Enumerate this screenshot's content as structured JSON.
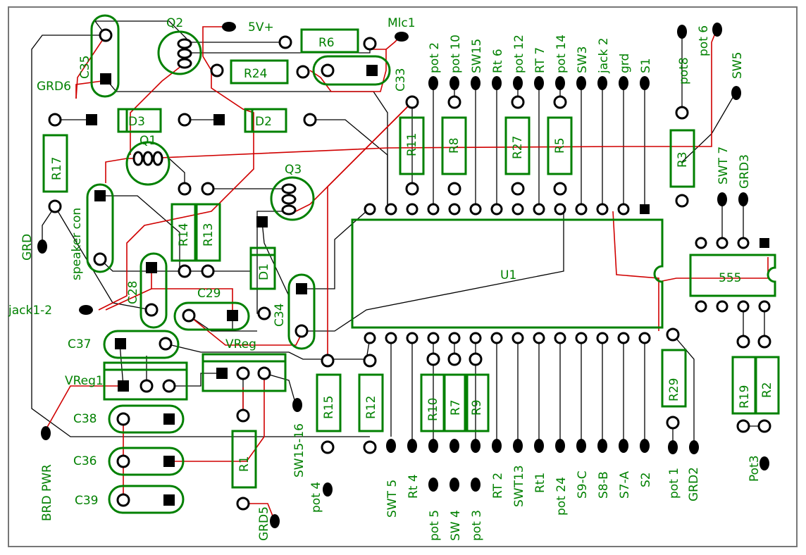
{
  "board": {
    "labels": {
      "q2": "Q2",
      "v5": "5V+",
      "mic1": "Mlc1",
      "r6": "R6",
      "r24": "R24",
      "c33": "C33",
      "c35": "C35",
      "grd6": "GRD6",
      "d3": "D3",
      "d2": "D2",
      "q1": "Q1",
      "r17": "R17",
      "speaker": "speaker con",
      "grd": "GRD",
      "q3": "Q3",
      "r14": "R14",
      "r13": "R13",
      "d1": "D1",
      "c28": "C28",
      "c29": "C29",
      "jack12": "jack1-2",
      "c34": "C34",
      "c37": "C37",
      "vreg_top": "VReg",
      "vreg1": "VReg1",
      "c38": "C38",
      "c36": "C36",
      "c39": "C39",
      "brdpwr": "BRD PWR",
      "r1": "R1",
      "grd5": "GRD5",
      "sw1516": "SW15-16",
      "pot4": "pot 4",
      "r15": "R15",
      "r12": "R12",
      "r10": "R10",
      "r7": "R7",
      "r9": "R9",
      "r11": "R11",
      "r8": "R8",
      "r27": "R27",
      "r5": "R5",
      "r3": "R3",
      "r29": "R29",
      "r19": "R19",
      "r2": "R2",
      "u1": "U1",
      "ic555": "555",
      "pot3": "Pot3",
      "grd2": "GRD2",
      "pot1": "pot 1",
      "pot8": "pot8",
      "pot6": "pot 6",
      "sw5": "SW5",
      "swt7": "SWT 7",
      "grd3": "GRD3"
    },
    "top_headers": [
      "pot 2",
      "pot 10",
      "SW15",
      "Rt 6",
      "pot 12",
      "RT 7",
      "pot 14",
      "SW3",
      "jack 2",
      "grd",
      "S1"
    ],
    "bottom_headers": [
      "SWT 5",
      "Rt 4",
      "pot 5",
      "SW 4",
      "pot 3",
      "RT 2",
      "SWT13",
      "Rt1",
      "pot 24",
      "S9-C",
      "S8-B",
      "S7-A",
      "S2"
    ]
  }
}
